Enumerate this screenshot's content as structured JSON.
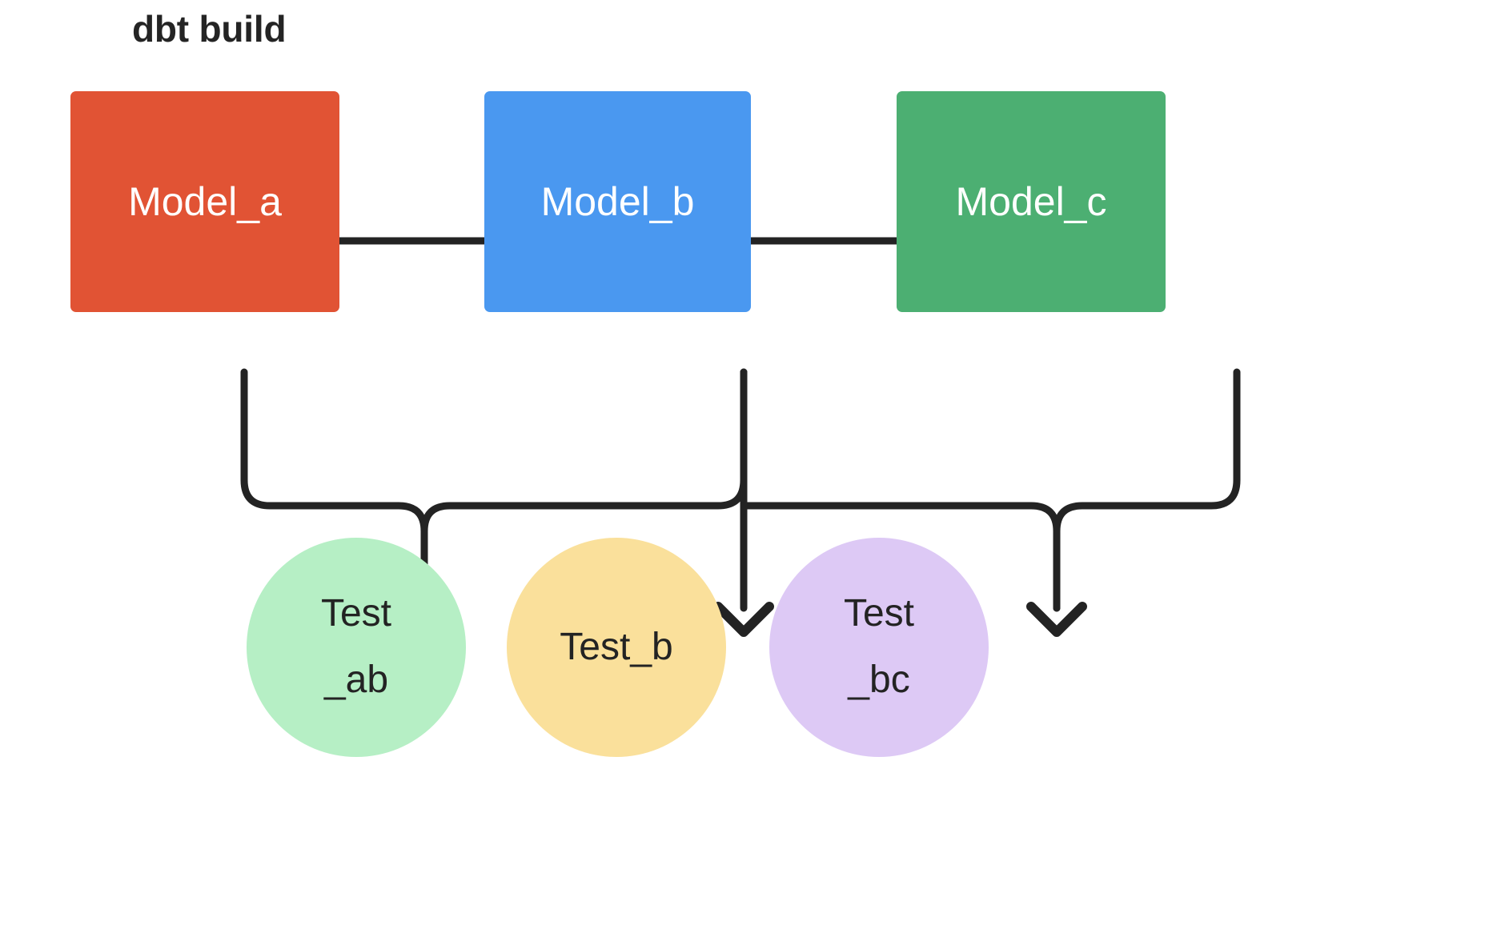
{
  "diagram": {
    "title": "dbt build",
    "type": "flowchart",
    "background": "#ffffff",
    "edge_color": "#232323"
  },
  "models": [
    {
      "id": "model_a",
      "label": "Model_a",
      "color": "#e15334",
      "text_color": "#ffffff",
      "shape": "rectangle"
    },
    {
      "id": "model_b",
      "label": "Model_b",
      "color": "#4a98f0",
      "text_color": "#ffffff",
      "shape": "rectangle"
    },
    {
      "id": "model_c",
      "label": "Model_c",
      "color": "#4caf72",
      "text_color": "#ffffff",
      "shape": "rectangle"
    }
  ],
  "tests": [
    {
      "id": "test_ab",
      "line1": "Test",
      "line2": "_ab",
      "color": "#b6efc5",
      "text_color": "#232323",
      "shape": "circle"
    },
    {
      "id": "test_b",
      "line1": "Test_b",
      "line2": "",
      "color": "#fae09b",
      "text_color": "#232323",
      "shape": "circle"
    },
    {
      "id": "test_bc",
      "line1": "Test",
      "line2": "_bc",
      "color": "#ddc9f5",
      "text_color": "#232323",
      "shape": "circle"
    }
  ],
  "edges": [
    {
      "id": "a-to-b",
      "from": "model_a",
      "to": "model_b",
      "style": "straight-arrow"
    },
    {
      "id": "b-to-c",
      "from": "model_b",
      "to": "model_c",
      "style": "straight-arrow"
    },
    {
      "id": "a-to-ab",
      "from": "model_a",
      "to": "test_ab",
      "style": "elbow-arrow"
    },
    {
      "id": "b-to-ab",
      "from": "model_b",
      "to": "test_ab",
      "style": "elbow-arrow"
    },
    {
      "id": "b-to-b",
      "from": "model_b",
      "to": "test_b",
      "style": "straight-arrow"
    },
    {
      "id": "b-to-bc",
      "from": "model_b",
      "to": "test_bc",
      "style": "elbow-arrow"
    },
    {
      "id": "c-to-bc",
      "from": "model_c",
      "to": "test_bc",
      "style": "elbow-arrow"
    }
  ]
}
